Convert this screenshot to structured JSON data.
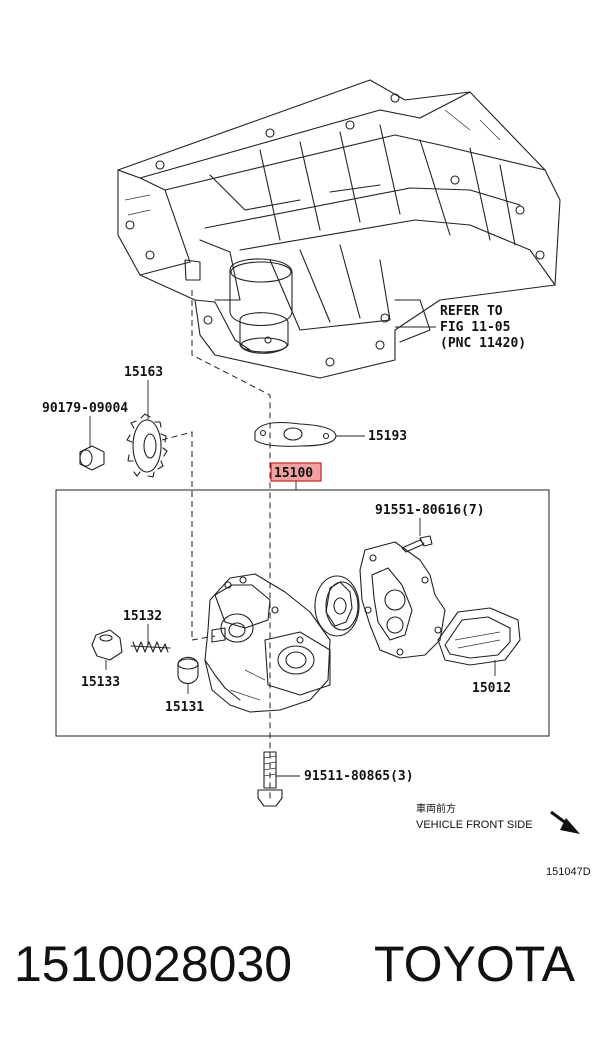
{
  "callouts": {
    "refer_line1": "REFER TO",
    "refer_line2": "FIG 11-05",
    "refer_line3": "(PNC 11420)",
    "p15163": "15163",
    "p90179": "90179-09004",
    "p15193": "15193",
    "p15100": "15100",
    "p91551": "91551-80616(7)",
    "p15132": "15132",
    "p15133": "15133",
    "p15131": "15131",
    "p15012": "15012",
    "p91511": "91511-80865(3)",
    "front_jp": "車両前方",
    "front_en": "VEHICLE FRONT SIDE",
    "fig_code": "151047D"
  },
  "footer": {
    "part_number": "1510028030",
    "brand": "TOYOTA"
  },
  "colors": {
    "highlight_fill": "#f2a0a0",
    "highlight_border": "#cc2222",
    "ink": "#222222"
  }
}
